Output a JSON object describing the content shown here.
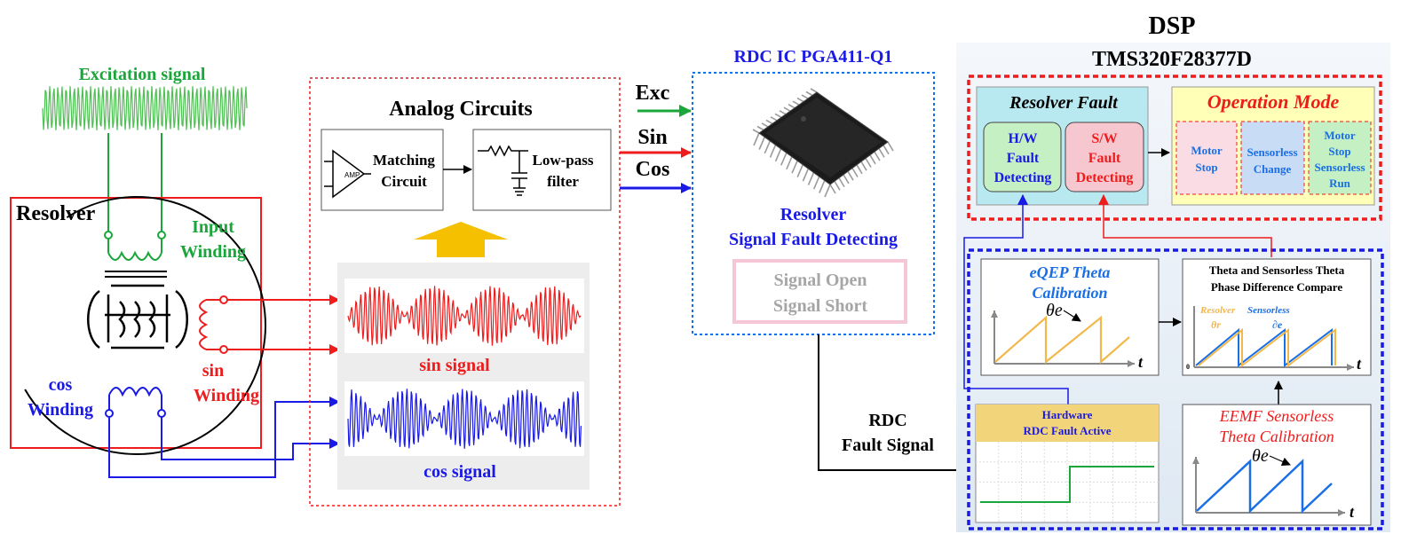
{
  "colors": {
    "green": "#1aa63a",
    "red": "#ee1c1c",
    "blue": "#1a1ae6",
    "teal": "#1f6fd1",
    "orange": "#f5c000",
    "theta_yellow": "#f2b84b"
  },
  "excitation": {
    "title": "Excitation signal"
  },
  "resolver": {
    "title": "Resolver",
    "input_winding_1": "Input",
    "input_winding_2": "Winding",
    "sin_winding_1": "sin",
    "sin_winding_2": "Winding",
    "cos_winding_1": "cos",
    "cos_winding_2": "Winding"
  },
  "analog": {
    "title": "Analog Circuits",
    "amp": "AMP",
    "matching_1": "Matching",
    "matching_2": "Circuit",
    "lowpass_1": "Low-pass",
    "lowpass_2": "filter",
    "sin_signal": "sin signal",
    "cos_signal": "cos signal"
  },
  "lines": {
    "exc": "Exc",
    "sin": "Sin",
    "cos": "Cos"
  },
  "rdc": {
    "title": "RDC IC PGA411-Q1",
    "detect_1": "Resolver",
    "detect_2": "Signal Fault Detecting",
    "open": "Signal Open",
    "short": "Signal Short",
    "fault_1": "RDC",
    "fault_2": "Fault Signal"
  },
  "dsp": {
    "title_1": "DSP",
    "title_2": "TMS320F28377D",
    "resolver_fault": "Resolver Fault",
    "hw_1": "H/W",
    "hw_2": "Fault",
    "hw_3": "Detecting",
    "sw_1": "S/W",
    "sw_2": "Fault",
    "sw_3": "Detecting",
    "operation_mode": "Operation Mode",
    "motor_stop_1": "Motor",
    "motor_stop_2": "Stop",
    "sensorless_change_1": "Sensorless",
    "sensorless_change_2": "Change",
    "motor_run_1": "Motor",
    "motor_run_2": "Stop",
    "motor_run_3": "Sensorless",
    "motor_run_4": "Run",
    "eqep_1": "eQEP Theta",
    "eqep_2": "Calibration",
    "theta_e": "θe",
    "t": "t",
    "compare_1": "Theta and Sensorless Theta",
    "compare_2": "Phase Difference Compare",
    "legend_resolver": "Resolver",
    "legend_sensorless": "Sensorless",
    "theta_r": "θr",
    "theta_s": "∂e",
    "zero": "0",
    "hardware_1": "Hardware",
    "hardware_2": "RDC Fault Active",
    "eemf_1": "EEMF Sensorless",
    "eemf_2": "Theta Calibration"
  }
}
